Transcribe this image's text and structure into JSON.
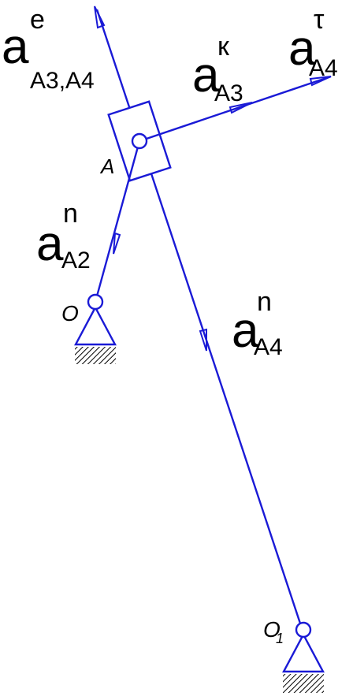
{
  "colors": {
    "mechanism": "#1a1ad6",
    "text": "#000000",
    "background": "#ffffff"
  },
  "points": {
    "A": "A",
    "O": "O",
    "O1": "O",
    "O1_sub": "1"
  },
  "vectors": {
    "a_e": {
      "base": "a",
      "sup": "e",
      "sub": "A3,A4"
    },
    "a_k": {
      "base": "a",
      "sup": "к",
      "sub": "A3"
    },
    "a_tau": {
      "base": "a",
      "sup": "τ",
      "sub": "A4"
    },
    "a_n2": {
      "base": "a",
      "sup": "n",
      "sub": "A2"
    },
    "a_n4": {
      "base": "a",
      "sup": "n",
      "sub": "A4"
    }
  }
}
